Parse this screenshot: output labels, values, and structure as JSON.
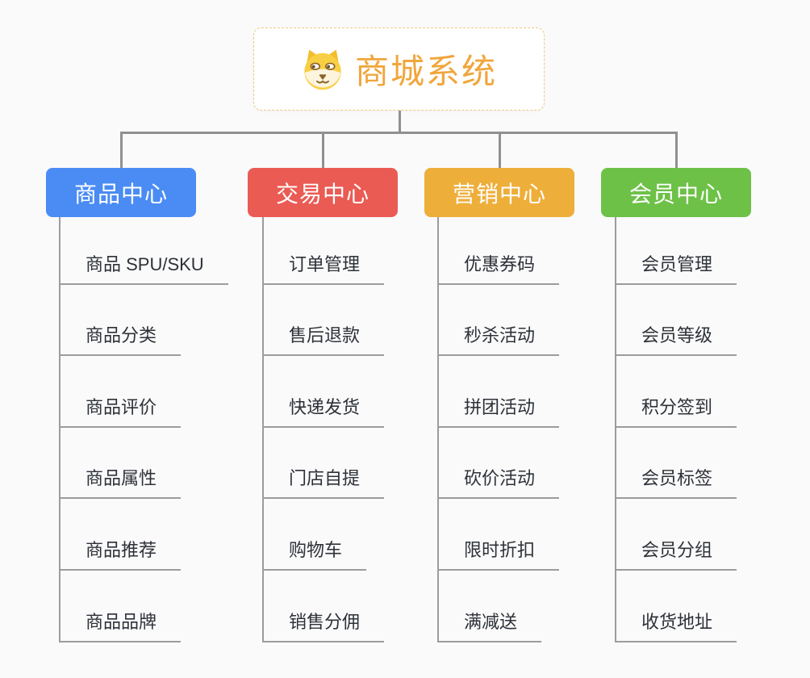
{
  "page": {
    "background": "#fafafa"
  },
  "root": {
    "title": "商城系统",
    "icon": "doge-icon",
    "title_color": "#f0a63c",
    "border_color": "#f3c983"
  },
  "connector_color": "#909090",
  "underline_color": "#9c9c9c",
  "branches": [
    {
      "label": "商品中心",
      "color": "#4a8cf4",
      "children": [
        "商品 SPU/SKU",
        "商品分类",
        "商品评价",
        "商品属性",
        "商品推荐",
        "商品品牌"
      ]
    },
    {
      "label": "交易中心",
      "color": "#ea5b54",
      "children": [
        "订单管理",
        "售后退款",
        "快递发货",
        "门店自提",
        "购物车",
        "销售分佣"
      ]
    },
    {
      "label": "营销中心",
      "color": "#eeae3a",
      "children": [
        "优惠券码",
        "秒杀活动",
        "拼团活动",
        "砍价活动",
        "限时折扣",
        "满减送"
      ]
    },
    {
      "label": "会员中心",
      "color": "#6dc147",
      "children": [
        "会员管理",
        "会员等级",
        "积分签到",
        "会员标签",
        "会员分组",
        "收货地址"
      ]
    }
  ]
}
